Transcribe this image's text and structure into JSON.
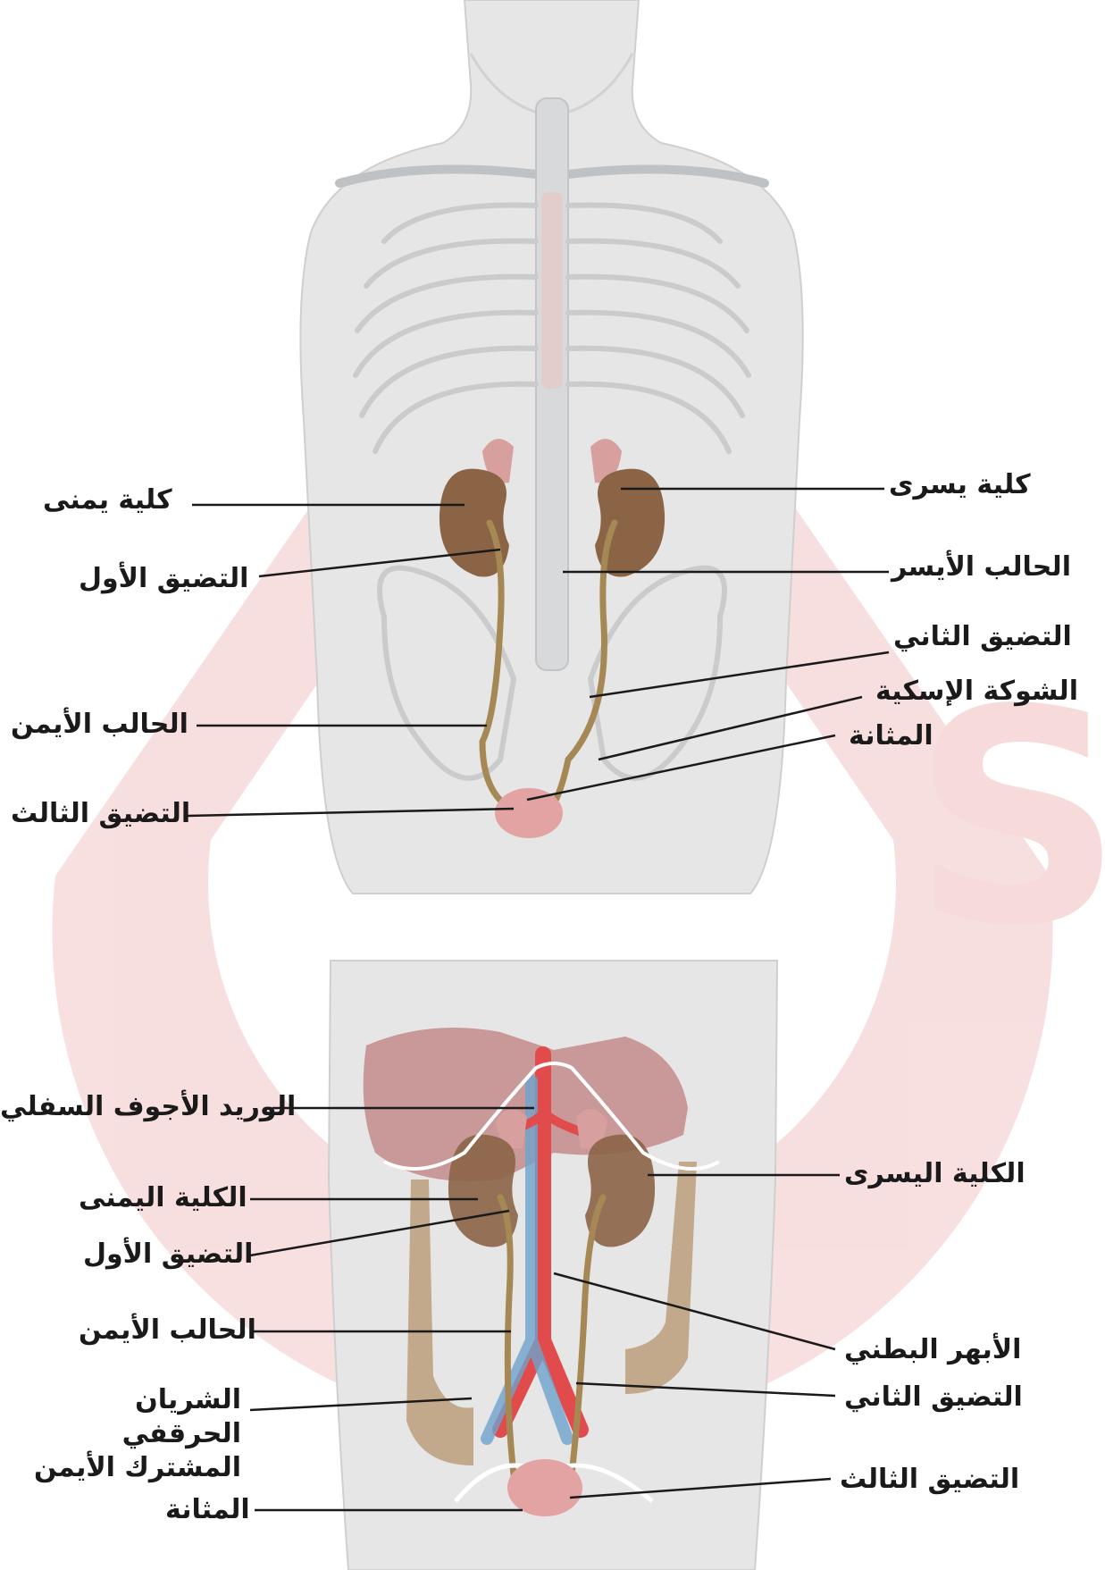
{
  "colors": {
    "watermark": "#f6d6d6",
    "skin": "#e8e8e8",
    "bone": "#c7c9cb",
    "kidney": "#8b6446",
    "adrenal": "#d79a9a",
    "ureter": "#a68855",
    "bladder": "#e3a3a3",
    "liver": "#b05a5a",
    "colon": "#b0895a",
    "artery": "#e24b4b",
    "vein": "#6ea2cc",
    "line": "#1a1a1a"
  },
  "watermark": {
    "icon": "logo-watermark-icon"
  },
  "top_figure": {
    "labels": {
      "right_kidney": "كلية يمنى",
      "left_kidney": "كلية يسرى",
      "first_narrowing": "التضيق الأول",
      "left_ureter": "الحالب الأيسر",
      "second_narrowing": "التضيق الثاني",
      "ischial_spine": "الشوكة الإسكية",
      "bladder": "المثانة",
      "right_ureter": "الحالب الأيمن",
      "third_narrowing": "التضيق الثالث"
    }
  },
  "bottom_figure": {
    "labels": {
      "ivc": "الوريد الأجوف السفلي",
      "left_kidney": "الكلية اليسرى",
      "right_kidney": "الكلية اليمنى",
      "first_narrowing": "التضيق الأول",
      "right_ureter": "الحالب الأيمن",
      "abdominal_aorta": "الأبهر البطني",
      "right_common_iliac": "الشريان الحرقفي المشترك الأيمن",
      "second_narrowing": "التضيق  الثاني",
      "third_narrowing": "التضيق الثالث",
      "bladder": "المثانة"
    }
  }
}
